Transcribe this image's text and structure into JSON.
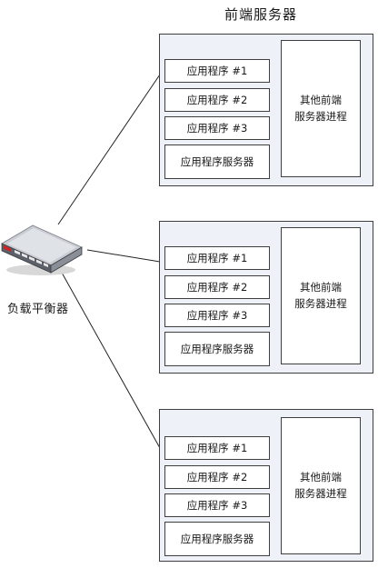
{
  "diagram": {
    "title": "前端服务器",
    "load_balancer_label": "负载平衡器",
    "servers": [
      {
        "apps": [
          "应用程序 #1",
          "应用程序 #2",
          "应用程序 #3"
        ],
        "app_server": "应用程序服务器",
        "other_line1": "其他前端",
        "other_line2": "服务器进程"
      },
      {
        "apps": [
          "应用程序 #1",
          "应用程序 #2",
          "应用程序 #3"
        ],
        "app_server": "应用程序服务器",
        "other_line1": "其他前端",
        "other_line2": "服务器进程"
      },
      {
        "apps": [
          "应用程序 #1",
          "应用程序 #2",
          "应用程序 #3"
        ],
        "app_server": "应用程序服务器",
        "other_line1": "其他前端",
        "other_line2": "服务器进程"
      }
    ]
  },
  "icons": {
    "load_balancer": "network-switch-icon"
  }
}
